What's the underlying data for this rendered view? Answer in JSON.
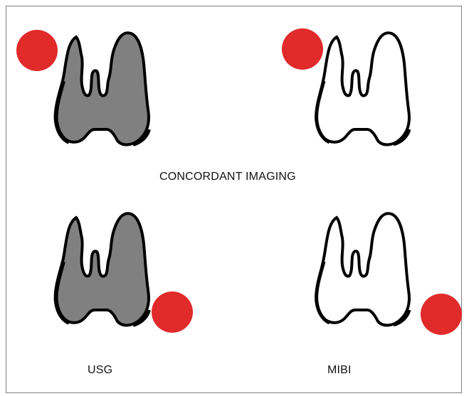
{
  "diagram": {
    "caption": "CONCORDANT IMAGING",
    "columns": [
      {
        "label": "USG"
      },
      {
        "label": "MIBI"
      }
    ],
    "panels": [
      {
        "row": "top",
        "modality": "USG",
        "fill": "#808080",
        "outline": "#000000",
        "marker": "red-circle",
        "marker_side": "upper-left"
      },
      {
        "row": "top",
        "modality": "MIBI",
        "fill": "#ffffff",
        "outline": "#000000",
        "marker": "red-circle",
        "marker_side": "upper-left"
      },
      {
        "row": "bottom",
        "modality": "USG",
        "fill": "#808080",
        "outline": "#000000",
        "marker": "red-circle",
        "marker_side": "lower-right"
      },
      {
        "row": "bottom",
        "modality": "MIBI",
        "fill": "#ffffff",
        "outline": "#000000",
        "marker": "red-circle",
        "marker_side": "lower-right"
      }
    ],
    "colors": {
      "marker": "#e12a2a",
      "usg_fill": "#808080",
      "mibi_fill": "#ffffff",
      "outline": "#000000"
    }
  }
}
